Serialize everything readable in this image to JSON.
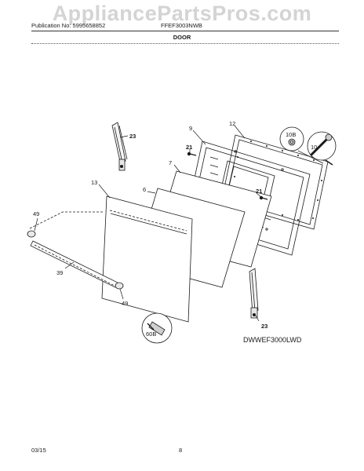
{
  "watermark": "AppliancePartsPros.com",
  "header": {
    "publication": "Publication No: 5995658852",
    "model": "FFEF3003NWB",
    "section": "DOOR"
  },
  "diagram": {
    "code": "DWWEF3000LWD",
    "callouts": {
      "c23a": "23",
      "c9": "9",
      "c12": "12",
      "c10b": "10B",
      "c10": "10",
      "c21a": "21",
      "c7": "7",
      "c13": "13",
      "c6": "6",
      "c21b": "21",
      "c49a": "49",
      "c39": "39",
      "c49b": "49",
      "c23b": "23",
      "c60b": "60B"
    }
  },
  "footer": {
    "date": "03/15",
    "page": "8"
  }
}
